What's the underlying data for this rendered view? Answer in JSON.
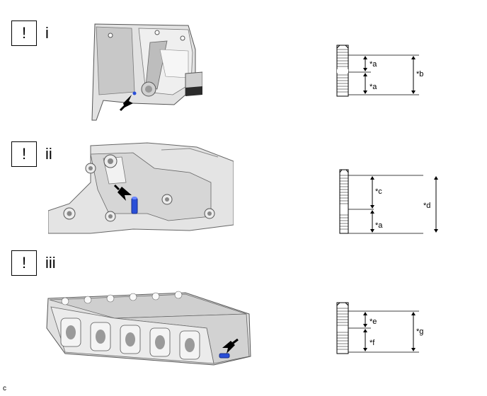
{
  "steps": [
    {
      "marker": "!",
      "label": "i"
    },
    {
      "marker": "!",
      "label": "ii"
    },
    {
      "marker": "!",
      "label": "iii"
    }
  ],
  "studs": {
    "stud1": {
      "top_dim": "*a",
      "bottom_dim": "*a",
      "overall_dim": "*b"
    },
    "stud2": {
      "top_dim": "*c",
      "bottom_dim": "*a",
      "overall_dim": "*d"
    },
    "stud3": {
      "top_dim": "*e",
      "bottom_dim": "*f",
      "overall_dim": "*g"
    }
  },
  "colors": {
    "stud_highlight": "#2a4fd8",
    "line": "#000000",
    "casting": "#d9d9d9"
  },
  "footer": {
    "code": "c"
  }
}
